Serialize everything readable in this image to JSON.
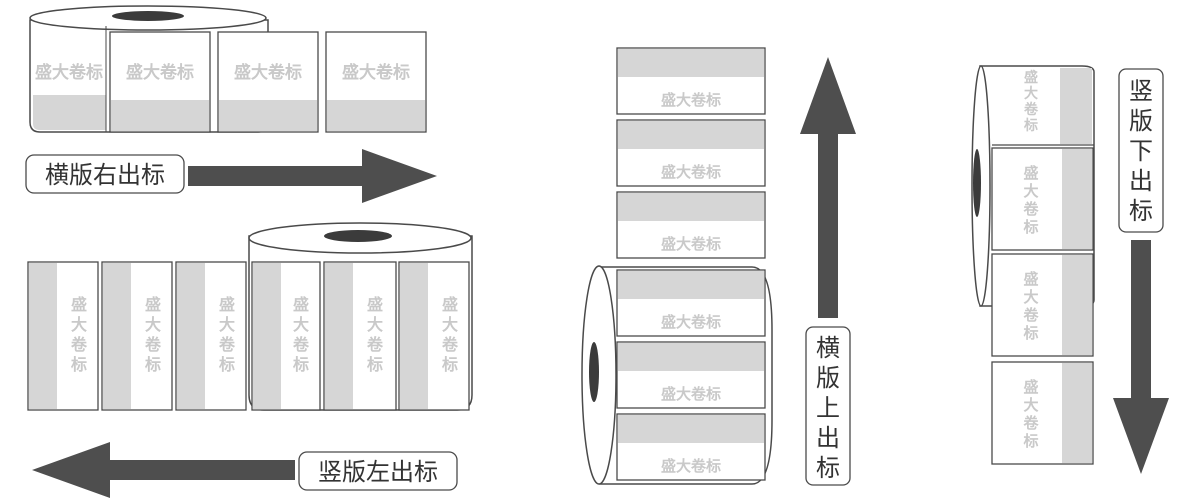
{
  "label_text": "盛大卷标",
  "label_chars": [
    "盛",
    "大",
    "卷",
    "标"
  ],
  "captions": {
    "right": "横版右出标",
    "left": "竖版左出标",
    "up": [
      "横",
      "版",
      "上",
      "出",
      "标"
    ],
    "down": [
      "竖",
      "版",
      "下",
      "出",
      "标"
    ]
  },
  "colors": {
    "stroke": "#4a4a4a",
    "arrow": "#4e4e4e",
    "gray_band": "#d6d6d6",
    "label_text": "#c9c9c9",
    "hole": "#3b3b3b"
  },
  "icons": [
    "arrow-right-icon",
    "arrow-left-icon",
    "arrow-up-icon",
    "arrow-down-icon",
    "roll-core-icon"
  ]
}
